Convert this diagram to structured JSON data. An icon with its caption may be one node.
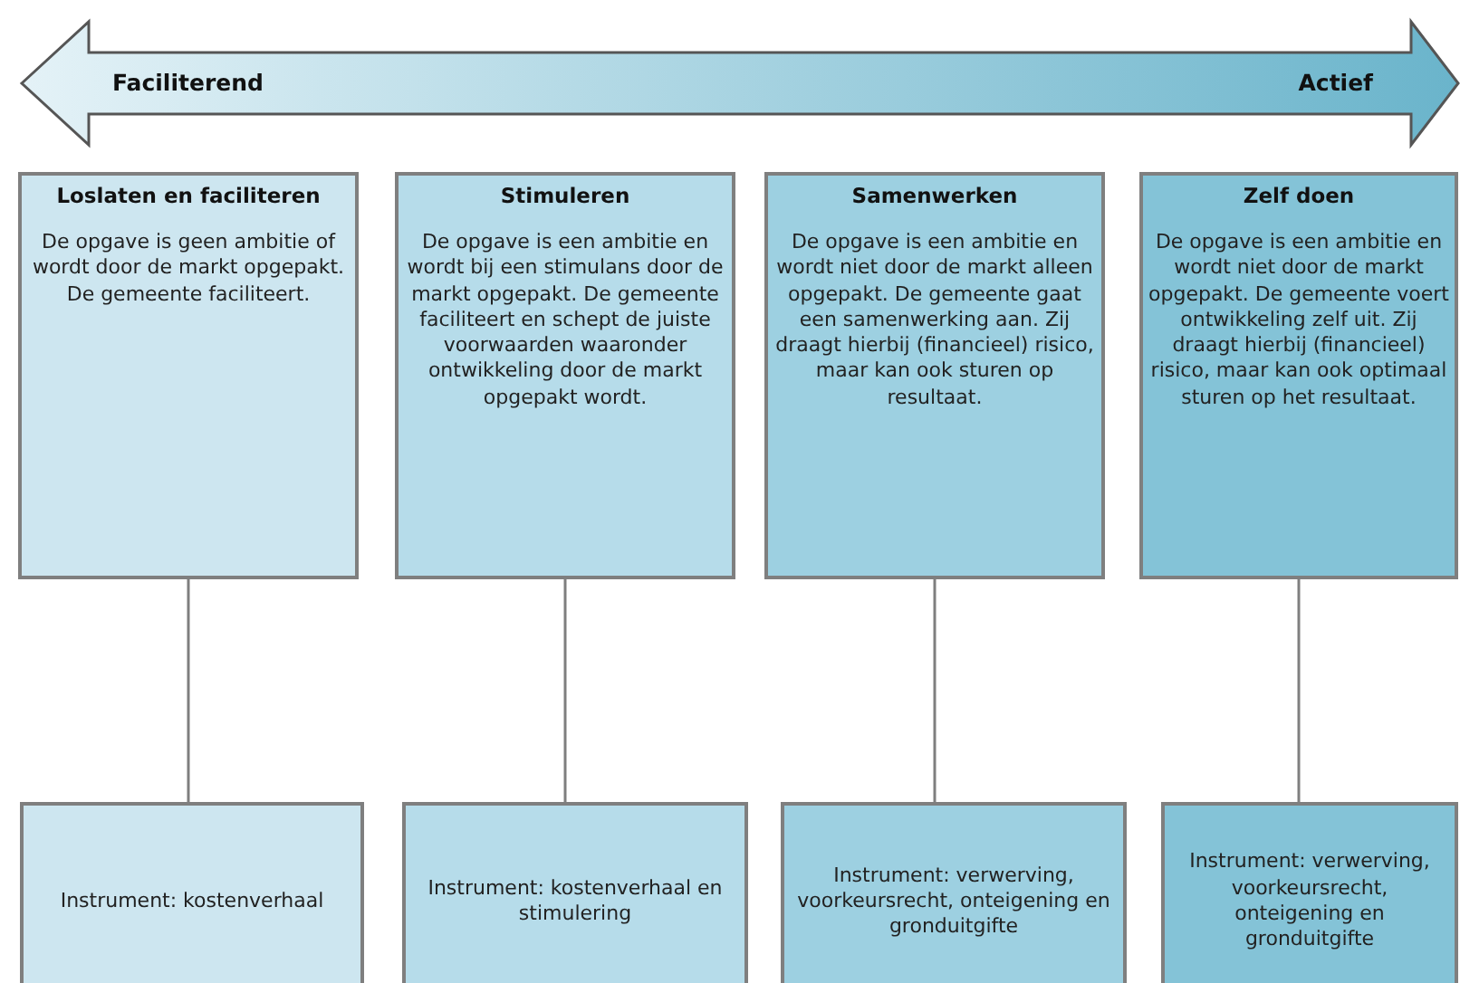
{
  "diagram": {
    "nodes": [
      {
        "text": [
          "Loslaten en faciliteren",
          "De opgave is geen ambitie of wordt door de markt opgepakt. De gemeente faciliteert."
        ]
      },
      {
        "text": [
          "Stimuleren",
          "De opgave is een ambitie en wordt bij een stimulans door de markt opgepakt. De gemeente faciliteert en schept de juiste voorwaarden waaronder ontwikkeling door de markt opgepakt wordt."
        ]
      },
      {
        "text": [
          "Samenwerken",
          "De opgave is een ambitie en wordt niet door de markt alleen opgepakt. De gemeente gaat een samenwerking aan. Zij draagt hierbij (financieel) risico, maar kan ook sturen op resultaat."
        ]
      },
      {
        "text": [
          "Zelf doen",
          "De opgave is een ambitie en wordt niet door de markt opgepakt. De gemeente voert ontwikkeling zelf uit. Zij draagt hierbij (financieel) risico, maar kan ook optimaal sturen op het resultaat."
        ]
      },
      {
        "text": [
          "Instrument: kostenverhaal"
        ]
      },
      {
        "text": [
          "Instrument: kostenverhaal en stimulering"
        ]
      },
      {
        "text": [
          "Instrument: verwerving, voorkeursrecht, onteigening en gronduitgifte"
        ]
      },
      {
        "text": [
          "Instrument: verwerving, voorkeursrecht, onteigening en gronduitgifte"
        ]
      }
    ],
    "edges": [
      {
        "from": 0,
        "to": 4,
        "arrow": "none"
      },
      {
        "from": 1,
        "to": 5,
        "arrow": "none"
      },
      {
        "from": 2,
        "to": 6,
        "arrow": "none"
      },
      {
        "from": 3,
        "to": 7,
        "arrow": "none"
      }
    ],
    "labels": [
      "Faciliterend",
      "Actief"
    ]
  }
}
